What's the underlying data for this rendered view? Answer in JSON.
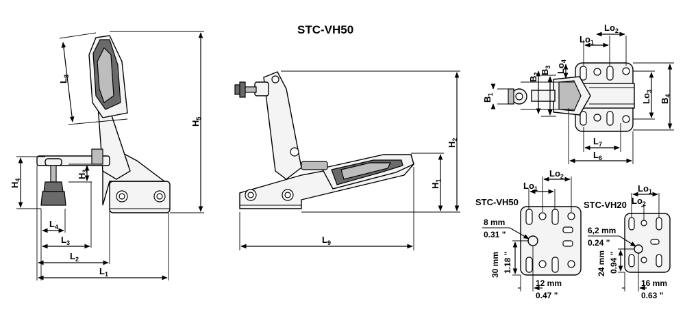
{
  "title": "STC-VH50",
  "dims": {
    "side": {
      "L8": [
        "L",
        "8"
      ],
      "H5": [
        "H",
        "5"
      ],
      "H4": [
        "H",
        "4"
      ],
      "H3": [
        "H",
        "3"
      ],
      "L4": [
        "L",
        "4"
      ],
      "L3": [
        "L",
        "3"
      ],
      "L2": [
        "L",
        "2"
      ],
      "L1": [
        "L",
        "1"
      ]
    },
    "open": {
      "H2": [
        "H",
        "2"
      ],
      "H1": [
        "H",
        "1"
      ],
      "L9": [
        "L",
        "9"
      ]
    },
    "top": {
      "Lo1": [
        "Lo",
        "1"
      ],
      "Lo2": [
        "Lo",
        "2"
      ],
      "Lo4": [
        "Lo",
        "4"
      ],
      "B2": [
        "B",
        "2"
      ],
      "B3": [
        "B",
        "3"
      ],
      "B1": [
        "B",
        "1"
      ],
      "Lo3": [
        "Lo",
        "3"
      ],
      "B4": [
        "B",
        "4"
      ],
      "L7": [
        "L",
        "7"
      ],
      "L6": [
        "L",
        "6"
      ]
    }
  },
  "vh50": {
    "name": "STC-VH50",
    "Lo1": [
      "Lo",
      "1"
    ],
    "Lo2": [
      "Lo",
      "2"
    ],
    "hole_mm": "8 mm",
    "hole_in": "0.31 \"",
    "v_mm": "30 mm",
    "v_in": "1.18 \"",
    "h_mm": "12 mm",
    "h_in": "0.47 \""
  },
  "vh20": {
    "name": "STC-VH20",
    "Lo1": [
      "Lo",
      "1"
    ],
    "Lo2": [
      "Lo",
      "2"
    ],
    "hole_mm": "6,2 mm",
    "hole_in": "0.24 \"",
    "v_mm": "24 mm",
    "v_in": "0.94 \"",
    "h_mm": "16 mm",
    "h_in": "0.63 \""
  }
}
